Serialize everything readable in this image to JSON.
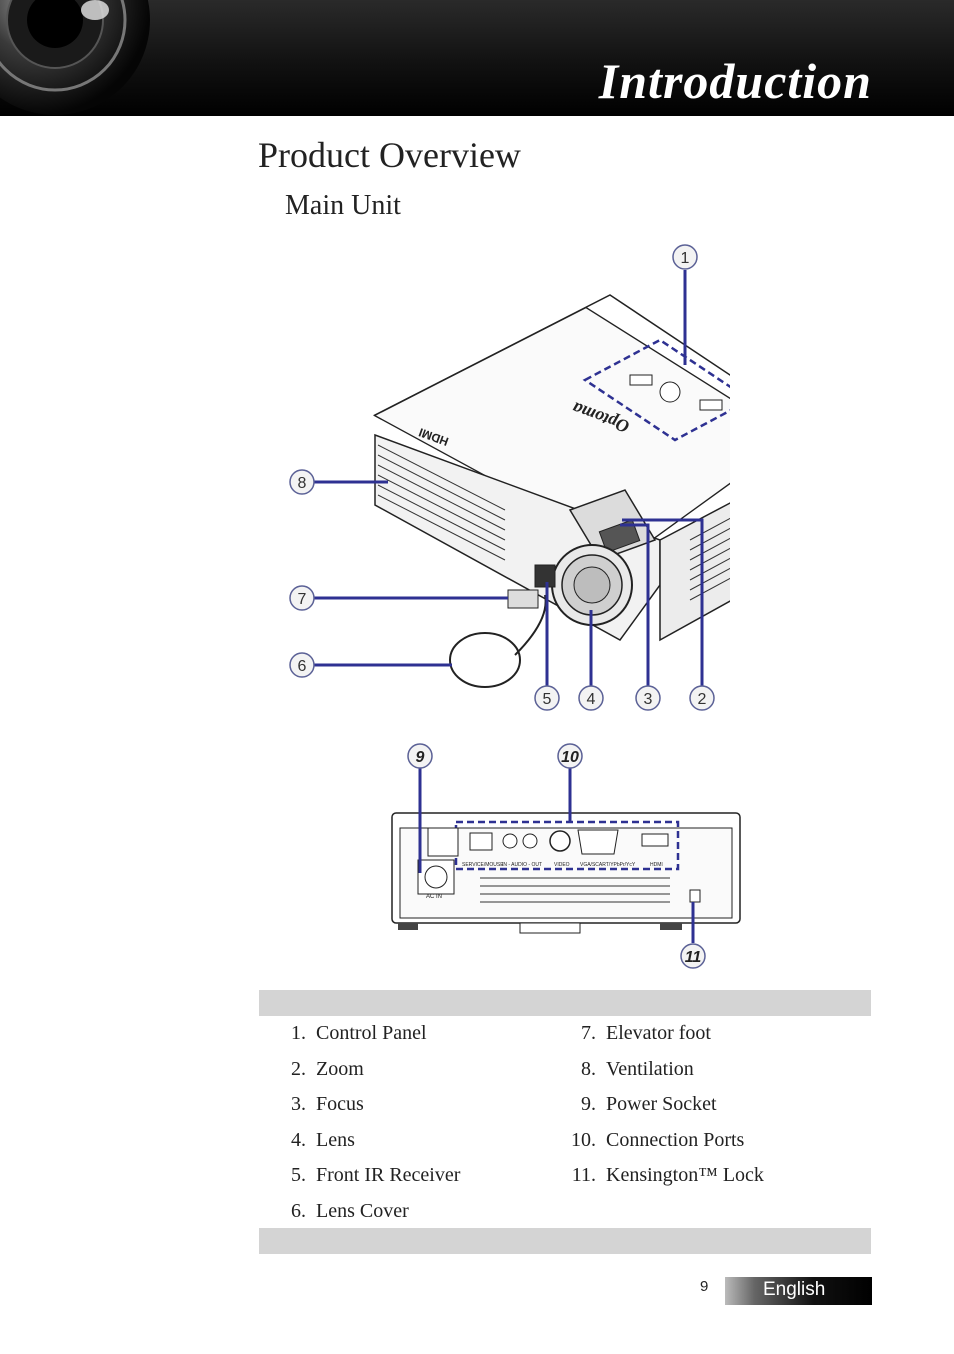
{
  "header": {
    "title": "Introduction"
  },
  "section": {
    "title": "Product Overview"
  },
  "subsection": {
    "title": "Main Unit"
  },
  "callouts_top": [
    "1",
    "2",
    "3",
    "4",
    "5",
    "6",
    "7",
    "8"
  ],
  "callouts_bottom": [
    "9",
    "10",
    "11"
  ],
  "rear_panel": {
    "labels": [
      "SERVICE/MOUSE",
      "IN - AUDIO - OUT",
      "VIDEO",
      "VGA/SCART/YPbPr/YcY",
      "HDMI"
    ],
    "ac_label": "AC IN"
  },
  "projector_brand": "Optoma",
  "projector_badge": "HDMI",
  "parts_left": [
    {
      "num": "1.",
      "label": "Control Panel"
    },
    {
      "num": "2.",
      "label": "Zoom"
    },
    {
      "num": "3.",
      "label": "Focus"
    },
    {
      "num": "4.",
      "label": "Lens"
    },
    {
      "num": "5.",
      "label": "Front IR Receiver"
    },
    {
      "num": "6.",
      "label": "Lens Cover"
    }
  ],
  "parts_right": [
    {
      "num": "7.",
      "label": "Elevator foot"
    },
    {
      "num": "8.",
      "label": "Ventilation"
    },
    {
      "num": "9.",
      "label": "Power Socket"
    },
    {
      "num": "10.",
      "label": "Connection Ports"
    },
    {
      "num": "11.",
      "label": "Kensington™ Lock"
    }
  ],
  "footer": {
    "page_number": "9",
    "language": "English"
  }
}
